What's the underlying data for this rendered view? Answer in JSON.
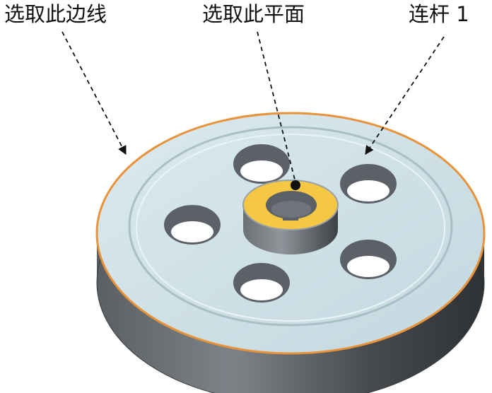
{
  "labels": {
    "edge": "选取此边线",
    "face": "选取此平面",
    "rod": "连杆 1"
  },
  "colors": {
    "face_top": "#cfe3e9",
    "side_dark": "#4f5357",
    "rim_edge": "#e8923a",
    "hub_face": "#f4c842",
    "hole": "#5c6167",
    "leader": "#111111",
    "background": "#ffffff"
  }
}
